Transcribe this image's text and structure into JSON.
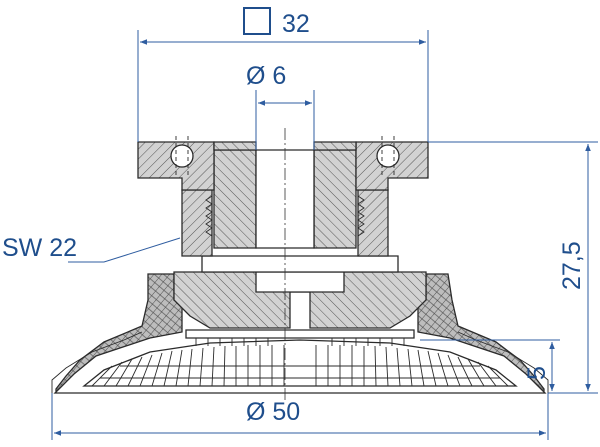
{
  "drawing": {
    "colors": {
      "dimension": "#1f4e8c",
      "outline": "#2b2b2b",
      "section_fill": "#cfcfcf",
      "face_fill": "#ffffff"
    },
    "labels": {
      "square": "32",
      "bore": "Ø 6",
      "wrench": "SW 22",
      "height": "27,5",
      "lip": "5",
      "diameter": "Ø 50"
    }
  }
}
